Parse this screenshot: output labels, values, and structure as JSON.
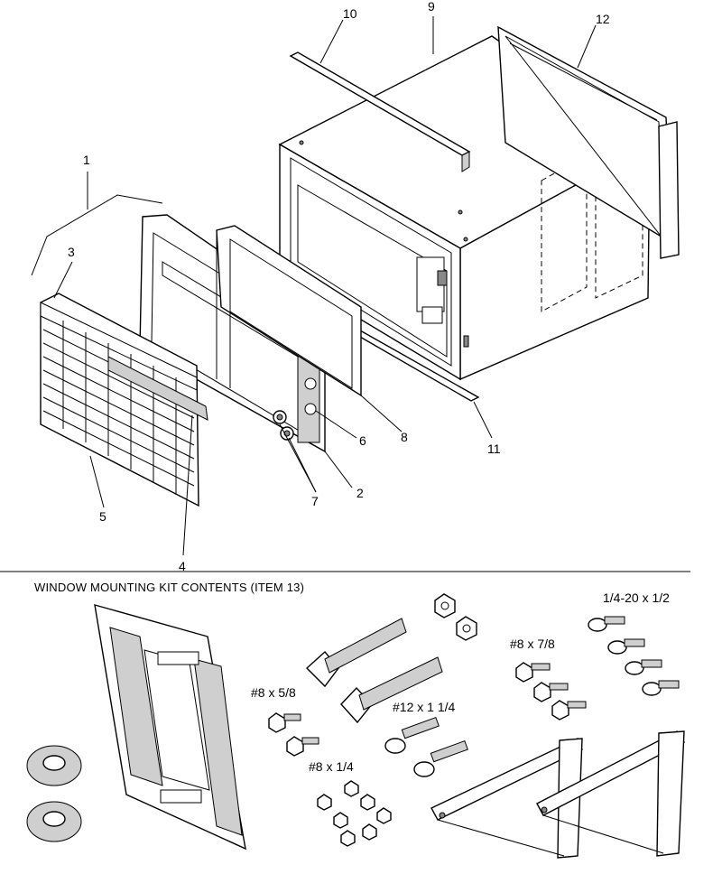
{
  "callouts": {
    "c1": "1",
    "c2": "2",
    "c3": "3",
    "c4": "4",
    "c5": "5",
    "c6": "6",
    "c7": "7",
    "c8": "8",
    "c9": "9",
    "c10": "10",
    "c11": "11",
    "c12": "12"
  },
  "kit": {
    "title": "WINDOW MOUNTING KIT CONTENTS (ITEM 13)",
    "labels": {
      "screw_1_4_20": "1/4-20 x 1/2",
      "screw_8_7_8": "#8 x 7/8",
      "screw_8_5_8": "#8 x 5/8",
      "screw_12_1_1_4": "#12 x 1 1/4",
      "screw_8_1_4": "#8 x 1/4"
    }
  }
}
